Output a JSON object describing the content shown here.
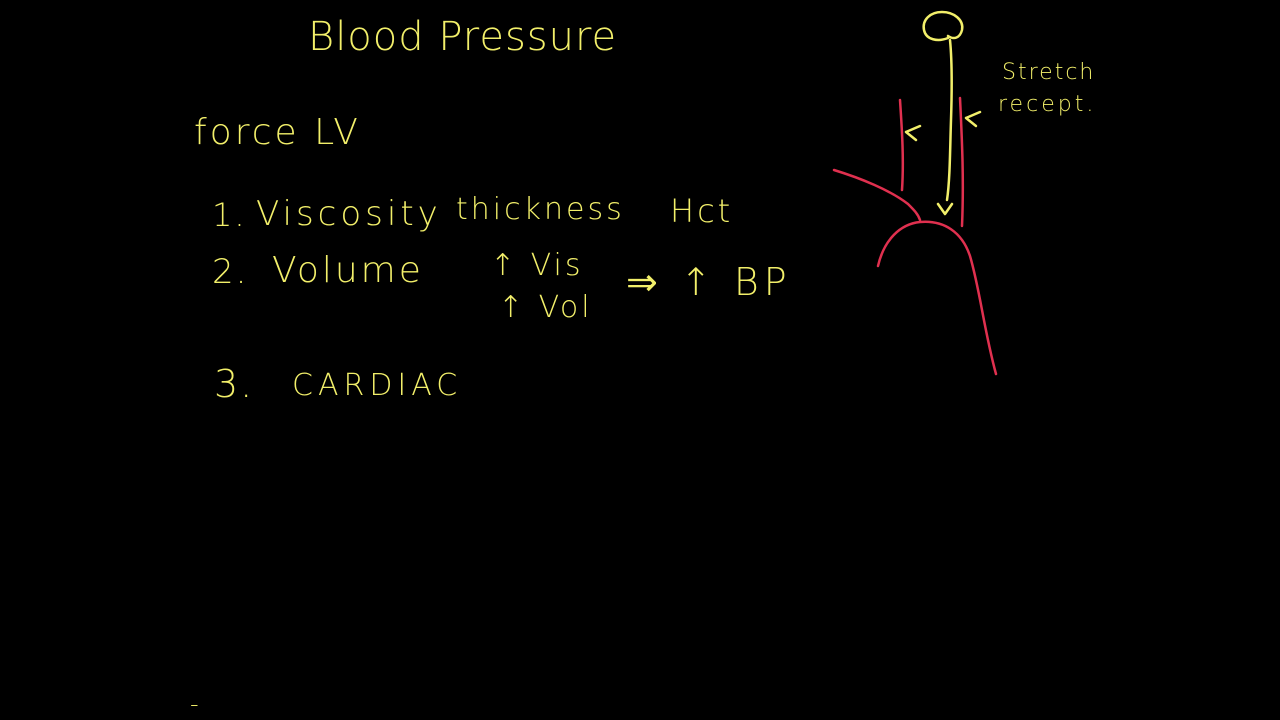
{
  "board": {
    "title": "Blood Pressure",
    "force": "force LV",
    "items": [
      {
        "number": "1.",
        "label": "Viscosity",
        "notes": [
          "thickness",
          "Hct"
        ]
      },
      {
        "number": "2.",
        "label": "Volume"
      },
      {
        "number": "3.",
        "label": "CARDIAC"
      }
    ],
    "effects": {
      "vis": "↑ Vis",
      "vol": "↑ Vol",
      "result": "⇒ ↑ BP"
    },
    "receptor_label": [
      "Stretch",
      "recept."
    ],
    "dash": "-"
  },
  "colors": {
    "background": "#000000",
    "chalk_yellow": "#f2ef6a",
    "vessel_red": "#e0304f"
  }
}
